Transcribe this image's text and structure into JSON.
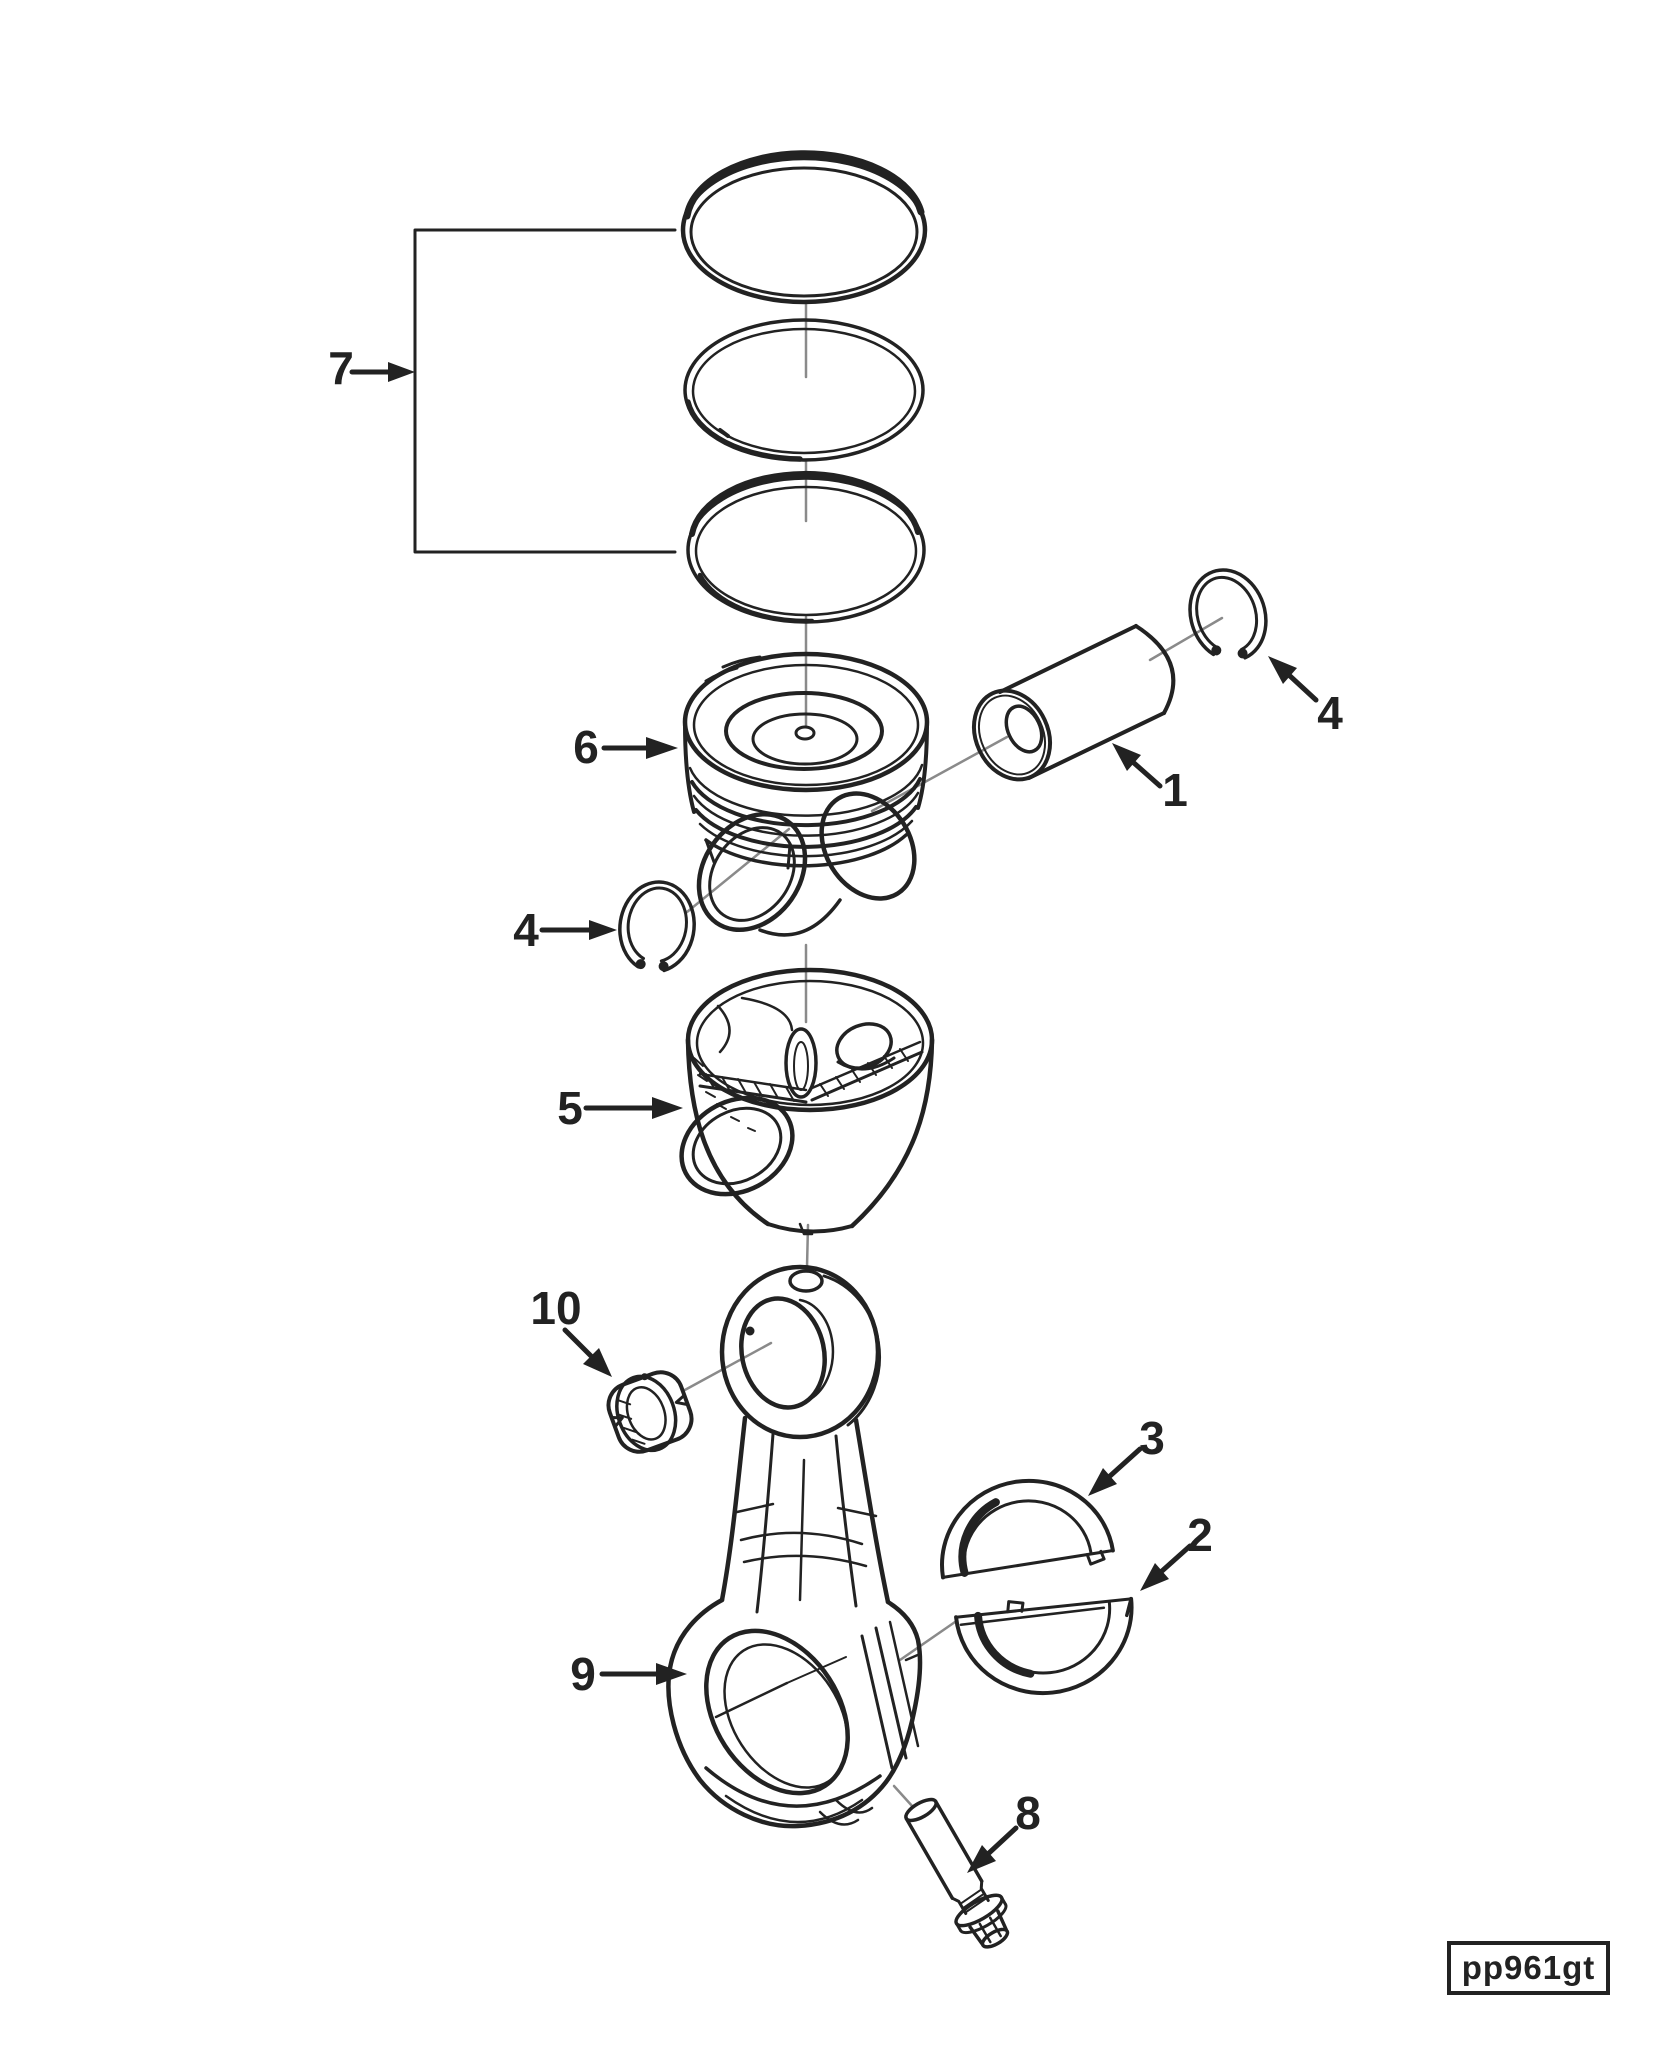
{
  "figure": {
    "code": "pp961gt",
    "background": "#ffffff",
    "line_color": "#222222",
    "leader_color": "#8a8a8a"
  },
  "callouts": [
    {
      "label": "7"
    },
    {
      "label": "6"
    },
    {
      "label": "4"
    },
    {
      "label": "1"
    },
    {
      "label": "4"
    },
    {
      "label": "5"
    },
    {
      "label": "10"
    },
    {
      "label": "9"
    },
    {
      "label": "3"
    },
    {
      "label": "2"
    },
    {
      "label": "8"
    }
  ]
}
